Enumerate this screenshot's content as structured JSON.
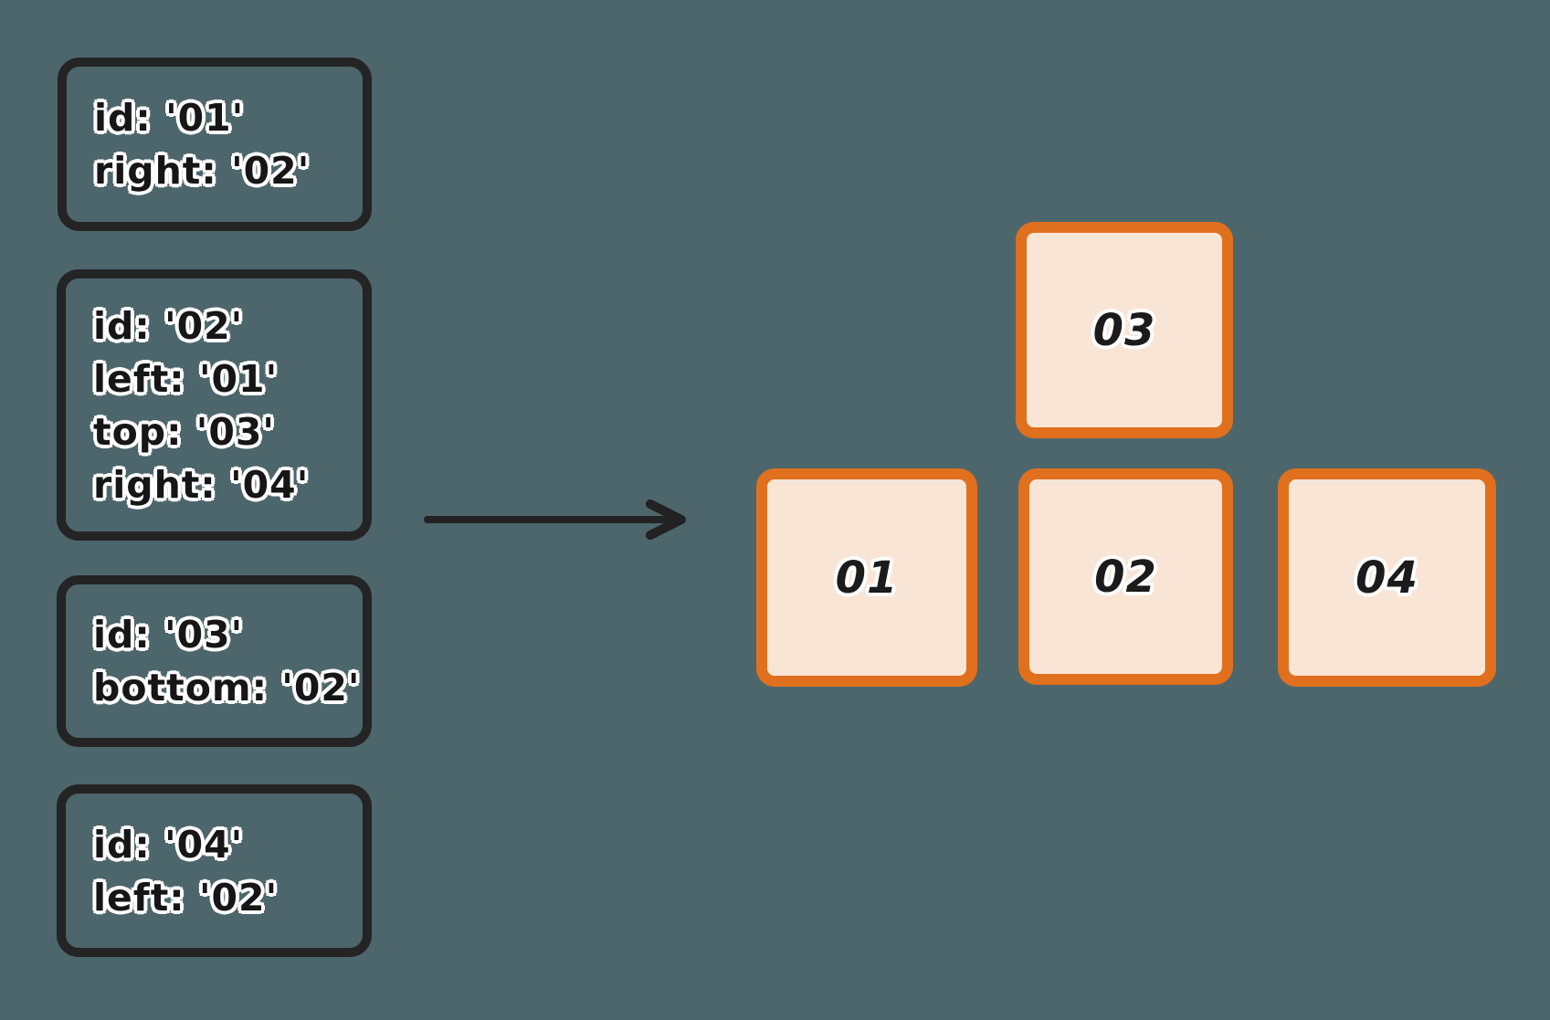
{
  "colors": {
    "background": "#4d666b",
    "card_border": "#242424",
    "card_text": "#161616",
    "text_outline": "#ffffff",
    "tile_border": "#e0701e",
    "tile_fill": "#f9e5d5",
    "arrow": "#222222"
  },
  "cards": [
    {
      "name": "01",
      "lines": [
        "id: '01'",
        "right: '02'"
      ]
    },
    {
      "name": "02",
      "lines": [
        "id: '02'",
        "left: '01'",
        "top: '03'",
        "right: '04'"
      ]
    },
    {
      "name": "03",
      "lines": [
        "id: '03'",
        "bottom: '02'"
      ]
    },
    {
      "name": "04",
      "lines": [
        "id: '04'",
        "left: '02'"
      ]
    }
  ],
  "arrow": {
    "direction": "right"
  },
  "tiles": [
    {
      "label": "03",
      "row": 1,
      "col": 2
    },
    {
      "label": "01",
      "row": 2,
      "col": 1
    },
    {
      "label": "02",
      "row": 2,
      "col": 2
    },
    {
      "label": "04",
      "row": 2,
      "col": 3
    }
  ]
}
